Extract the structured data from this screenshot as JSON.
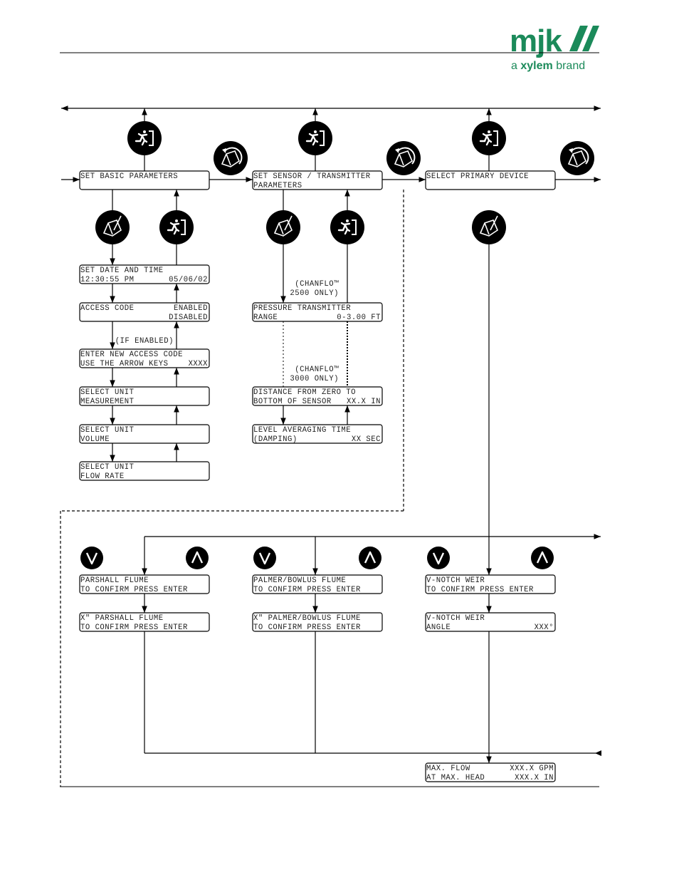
{
  "logo": {
    "brand": "mjk",
    "tagline_prefix": "a",
    "tagline_brand": "xylem",
    "tagline_suffix": "brand",
    "color": "#1b8a5a"
  },
  "boxes": {
    "set_basic": {
      "l1": "SET BASIC PARAMETERS",
      "l2": ""
    },
    "set_sensor": {
      "l1": "SET SENSOR / TRANSMITTER",
      "l2": "PARAMETERS"
    },
    "select_primary": {
      "l1": "SELECT PRIMARY DEVICE",
      "l2": ""
    },
    "date_time": {
      "l1": "SET DATE AND TIME",
      "l2": "12:30:55 PM",
      "l2r": "05/06/02"
    },
    "access_code": {
      "l1": "ACCESS CODE",
      "l1r": "ENABLED",
      "l2r": "DISABLED"
    },
    "new_code": {
      "l1": "ENTER NEW ACCESS CODE",
      "l2": "USE THE ARROW KEYS",
      "l2r": "XXXX"
    },
    "unit_measurement": {
      "l1": "SELECT UNIT",
      "l2": "MEASUREMENT"
    },
    "unit_volume": {
      "l1": "SELECT UNIT",
      "l2": "VOLUME"
    },
    "unit_flow": {
      "l1": "SELECT UNIT",
      "l2": "FLOW RATE"
    },
    "pressure": {
      "l1": "PRESSURE TRANSMITTER",
      "l2": "RANGE",
      "l2r": "0-3.00 FT"
    },
    "distance": {
      "l1": "DISTANCE FROM ZERO TO",
      "l2": "BOTTOM OF SENSOR",
      "l2r": "XX.X IN"
    },
    "averaging": {
      "l1": "LEVEL AVERAGING TIME",
      "l2": "(DAMPING)",
      "l2r": "XX SEC"
    },
    "parshall1": {
      "l1": "PARSHALL FLUME",
      "l2": "TO CONFIRM PRESS ENTER"
    },
    "parshall2": {
      "l1": "X\" PARSHALL FLUME",
      "l2": "TO CONFIRM PRESS ENTER"
    },
    "palmer1": {
      "l1": "PALMER/BOWLUS FLUME",
      "l2": "TO CONFIRM PRESS ENTER"
    },
    "palmer2": {
      "l1": "X\" PALMER/BOWLUS FLUME",
      "l2": "TO CONFIRM PRESS ENTER"
    },
    "vnotch1": {
      "l1": "V-NOTCH WEIR",
      "l2": "TO CONFIRM PRESS ENTER"
    },
    "vnotch2": {
      "l1": "V-NOTCH WEIR",
      "l2": "ANGLE",
      "l2r": "XXX°"
    },
    "maxflow": {
      "l1": "MAX. FLOW",
      "l1r": "XXX.X GPM",
      "l2": " AT MAX. HEAD",
      "l2r": "XXX.X IN"
    }
  },
  "notes": {
    "if_enabled": "(IF ENABLED)",
    "chanflo2500_l1": "(CHANFLO™",
    "chanflo2500_l2": "2500 ONLY)",
    "chanflo3000_l1": "(CHANFLO™",
    "chanflo3000_l2": "3000 ONLY)"
  },
  "icons": [
    "exit-icon",
    "edit-icon",
    "rotate-icon",
    "down-arrow-key-icon",
    "up-arrow-key-icon"
  ]
}
